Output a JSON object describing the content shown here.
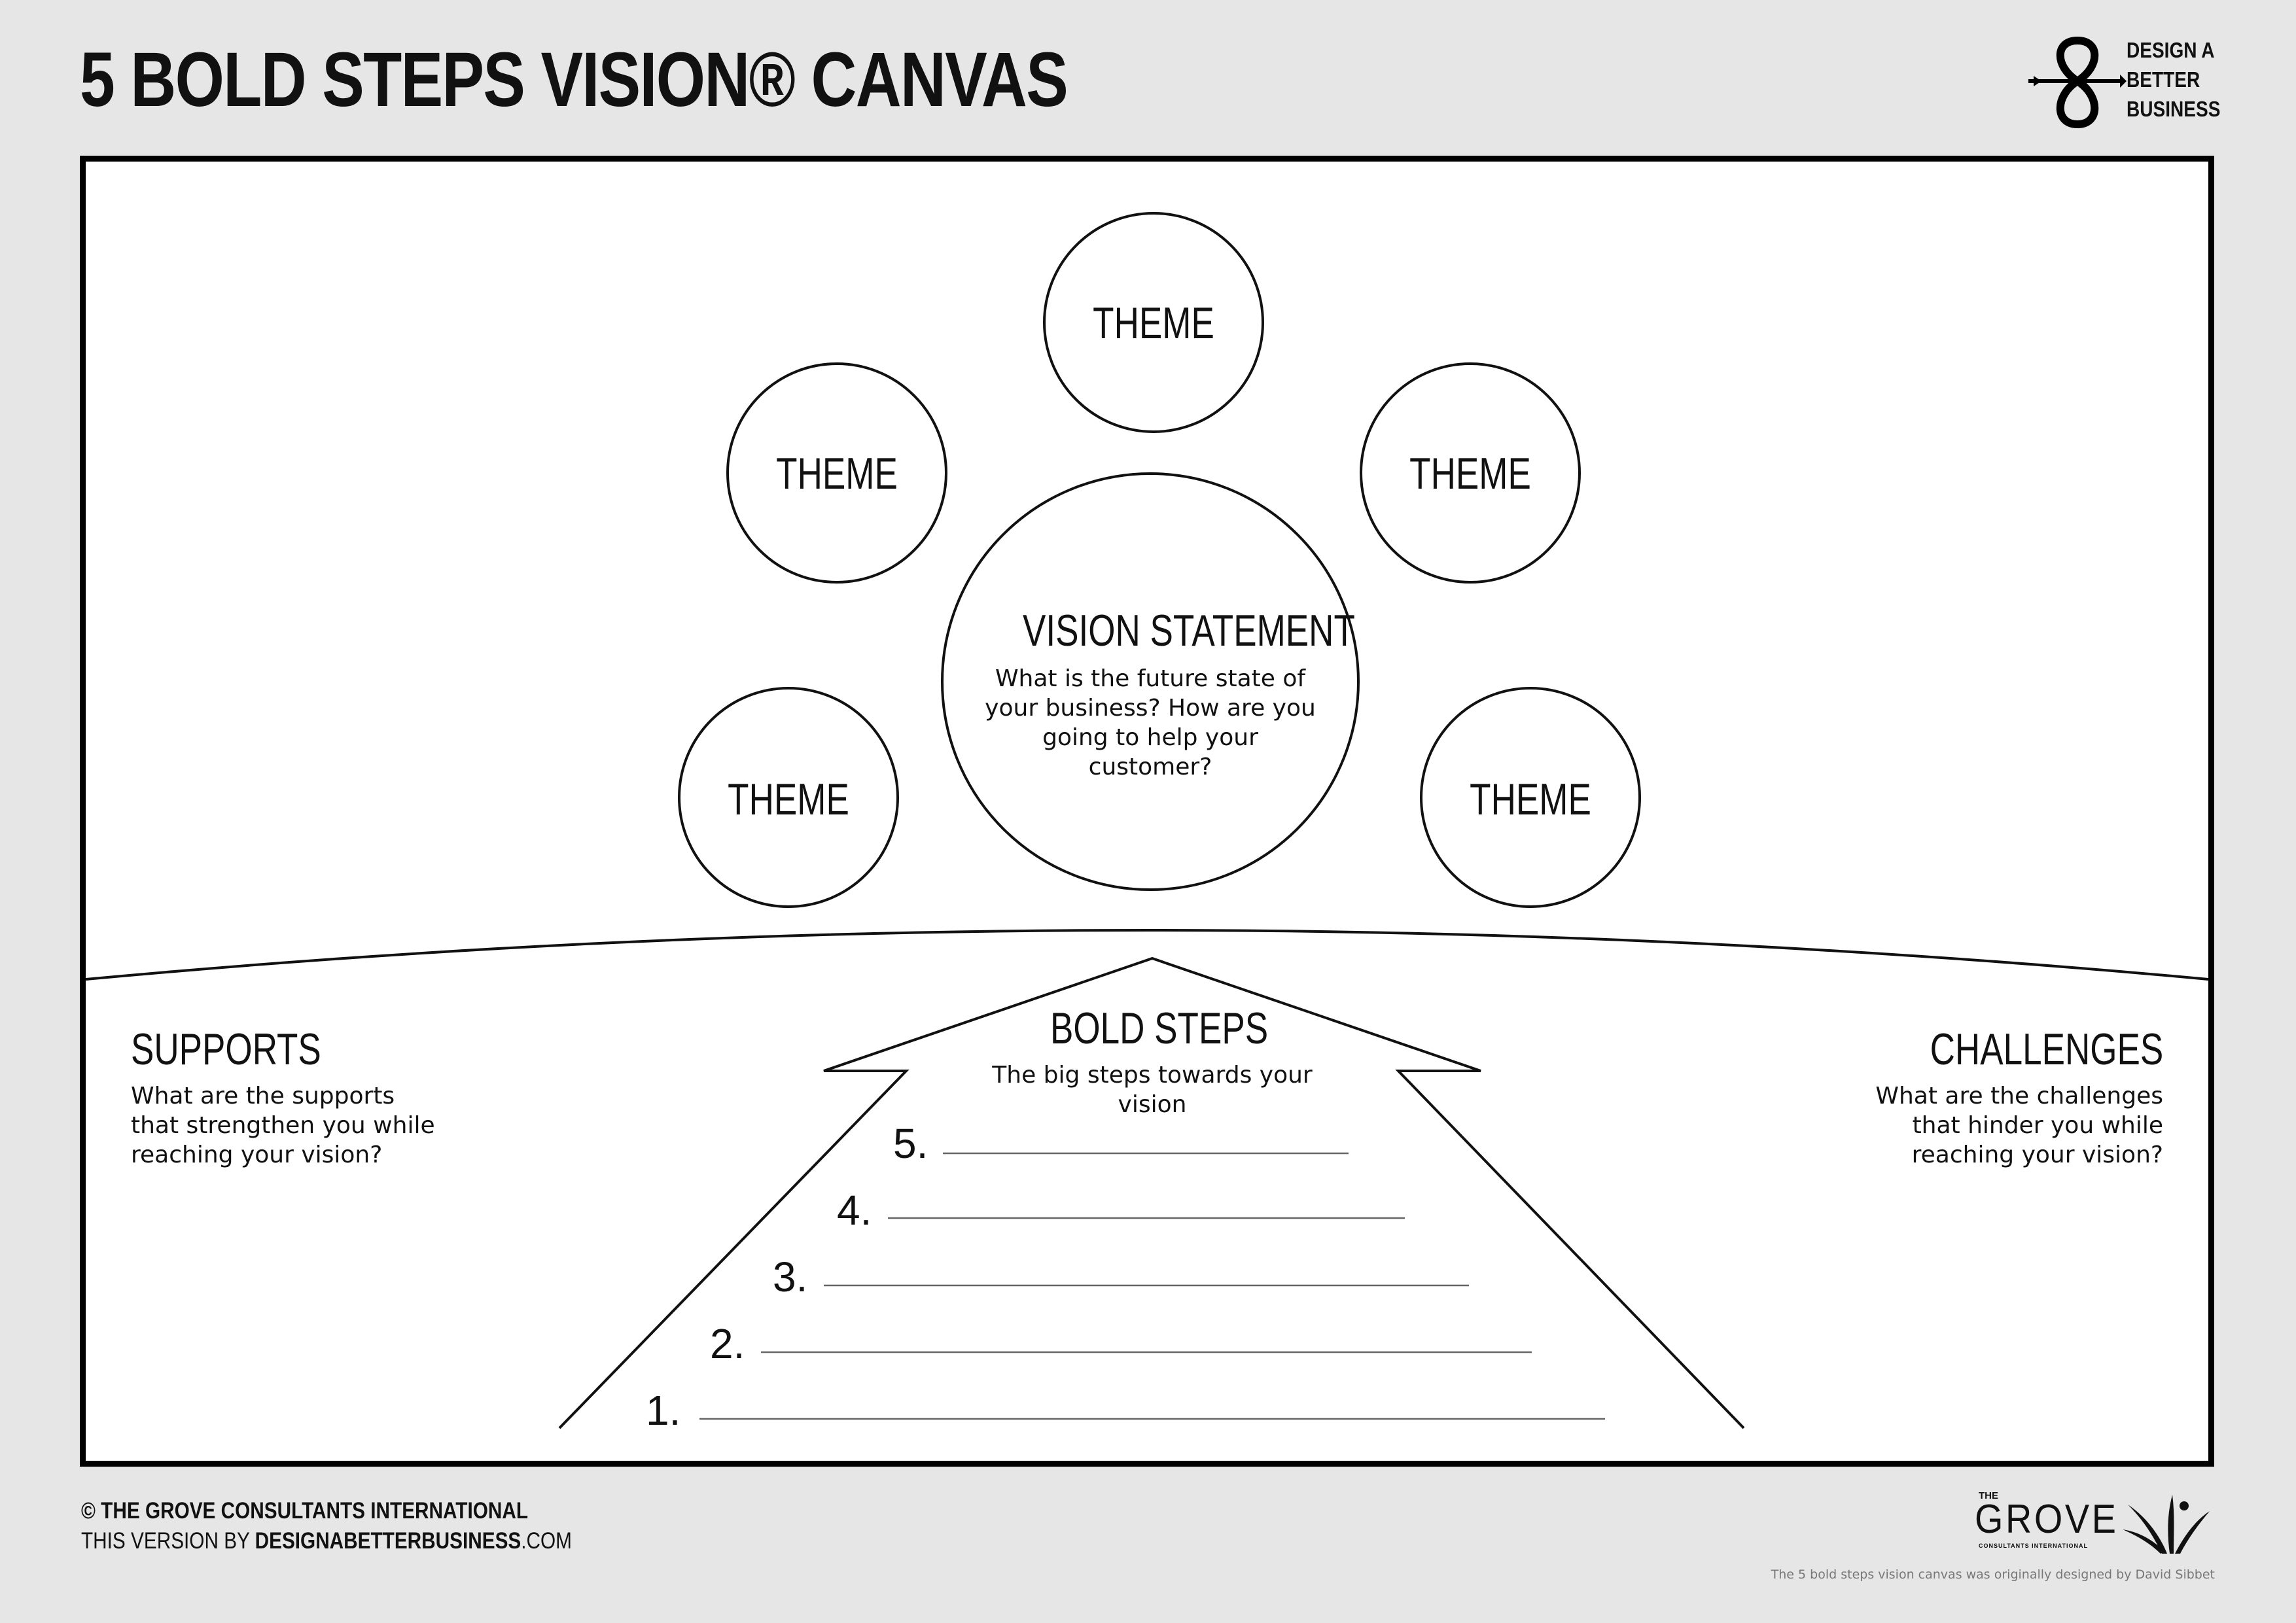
{
  "title": "5 BOLD STEPS VISION® CANVAS",
  "logo": {
    "lines": [
      "DESIGN A",
      "BETTER",
      "BUSINESS"
    ]
  },
  "themes": [
    "THEME",
    "THEME",
    "THEME",
    "THEME",
    "THEME"
  ],
  "vision": {
    "heading": "VISION STATEMENT",
    "lines": [
      "What is the future state of",
      "your business? How are you",
      "going to help your",
      "customer?"
    ]
  },
  "supports": {
    "heading": "SUPPORTS",
    "lines": [
      "What are the supports",
      "that strengthen you while",
      "reaching your vision?"
    ]
  },
  "bold_steps": {
    "heading": "BOLD STEPS",
    "subtitle": "The big steps towards your vision",
    "steps": [
      "5.",
      "4.",
      "3.",
      "2.",
      "1."
    ]
  },
  "challenges": {
    "heading": "CHALLENGES",
    "lines": [
      "What are the challenges",
      "that hinder you while",
      "reaching your vision?"
    ]
  },
  "footer": {
    "copyright": "© THE GROVE CONSULTANTS INTERNATIONAL",
    "version_prefix": "THIS VERSION BY ",
    "version_bold": "DESIGNABETTERBUSINESS",
    "version_suffix": ".COM",
    "credit": "The 5 bold steps vision canvas was originally designed by David Sibbet"
  },
  "grove_logo": {
    "the": "THE",
    "name": "GROVE",
    "sub": "CONSULTANTS INTERNATIONAL"
  },
  "colors": {
    "background": "#e6e6e6",
    "canvas": "#ffffff",
    "ink": "#111111"
  }
}
